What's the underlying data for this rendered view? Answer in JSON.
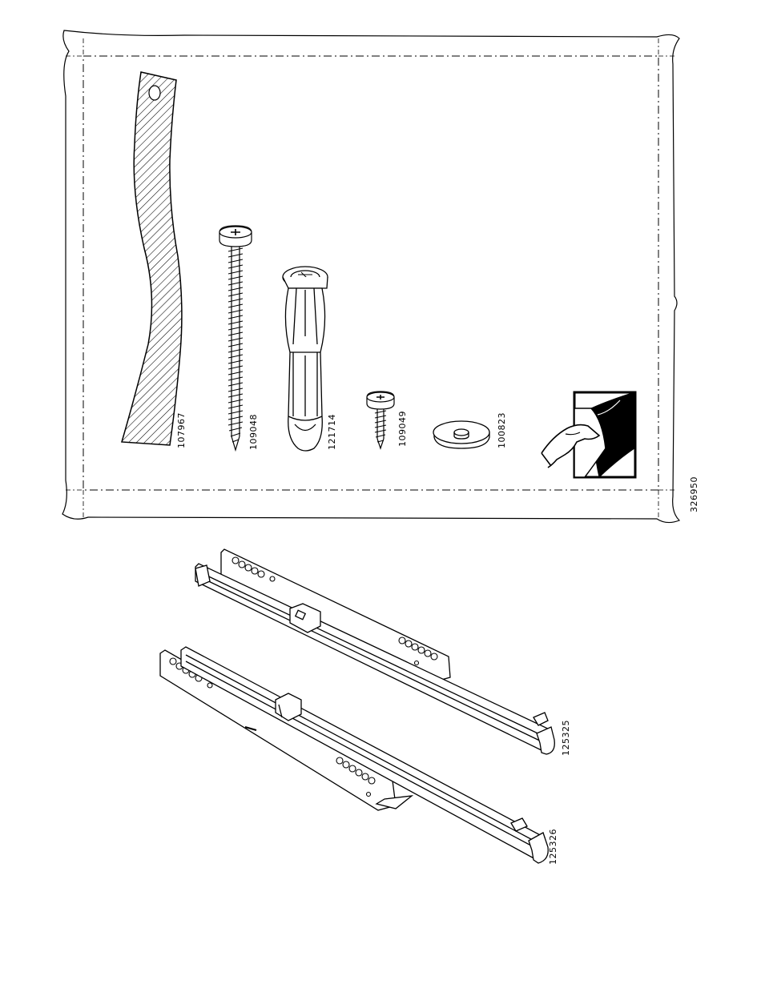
{
  "bag_parts": [
    {
      "id": "strap",
      "part_number": "107967",
      "icon": "strap-icon"
    },
    {
      "id": "long-screw",
      "part_number": "109048",
      "icon": "long-screw-icon"
    },
    {
      "id": "wall-plug",
      "part_number": "121714",
      "icon": "wall-plug-icon"
    },
    {
      "id": "short-screw",
      "part_number": "109049",
      "icon": "short-screw-icon"
    },
    {
      "id": "washer",
      "part_number": "100823",
      "icon": "washer-icon"
    }
  ],
  "bag_code": "326950",
  "peel_icon": "peel-adhesive-icon",
  "rails": [
    {
      "id": "upper-rail",
      "part_number": "125325",
      "icon": "drawer-runner-icon"
    },
    {
      "id": "lower-rail",
      "part_number": "125326",
      "icon": "drawer-runner-icon"
    }
  ]
}
